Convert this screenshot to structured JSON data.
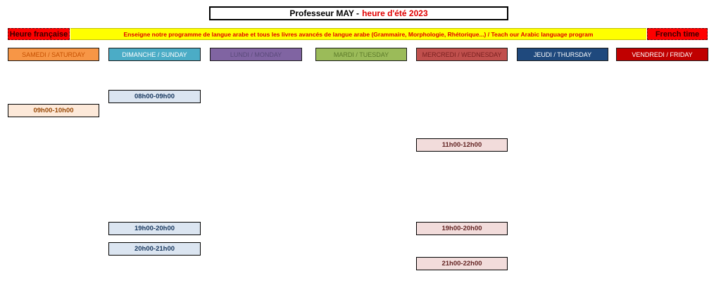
{
  "header": {
    "title_main": "Professeur MAY -",
    "title_accent": "heure d'été 2023"
  },
  "banner": {
    "left_tag": "Heure française",
    "text": "Enseigne notre programme de langue arabe et tous les livres avancés de langue arabe (Grammaire, Morphologie, Rhétorique...) / Teach our Arabic language program",
    "right_tag": "French time"
  },
  "days": [
    {
      "label": "SAMEDI / SATURDAY",
      "bg": "#f79646",
      "fg": "#c65000"
    },
    {
      "label": "DIMANCHE / SUNDAY",
      "bg": "#4bacc6",
      "fg": "#ffffff"
    },
    {
      "label": "LUNDI / MONDAY",
      "bg": "#8064a2",
      "fg": "#5a4a7a"
    },
    {
      "label": "MARDI / TUESDAY",
      "bg": "#9bbb59",
      "fg": "#5c7a2a"
    },
    {
      "label": "MERCREDI / WEDNESDAY",
      "bg": "#c0504d",
      "fg": "#7a2020"
    },
    {
      "label": "JEUDI / THURSDAY",
      "bg": "#1f497d",
      "fg": "#ffffff"
    },
    {
      "label": "VENDREDI / FRIDAY",
      "bg": "#c00000",
      "fg": "#ffffff"
    }
  ],
  "slots": {
    "saturday": [
      {
        "time": "09h00-10h00",
        "bg": "#fde9d9",
        "fg": "#974806"
      }
    ],
    "sunday": [
      {
        "time": "08h00-09h00",
        "bg": "#dbe5f1",
        "fg": "#17375e"
      },
      {
        "time": "19h00-20h00",
        "bg": "#dbe5f1",
        "fg": "#17375e"
      },
      {
        "time": "20h00-21h00",
        "bg": "#dbe5f1",
        "fg": "#17375e"
      }
    ],
    "wednesday": [
      {
        "time": "11h00-12h00",
        "bg": "#f2dcdb",
        "fg": "#632423"
      },
      {
        "time": "19h00-20h00",
        "bg": "#f2dcdb",
        "fg": "#632423"
      },
      {
        "time": "21h00-22h00",
        "bg": "#f2dcdb",
        "fg": "#632423"
      }
    ]
  }
}
